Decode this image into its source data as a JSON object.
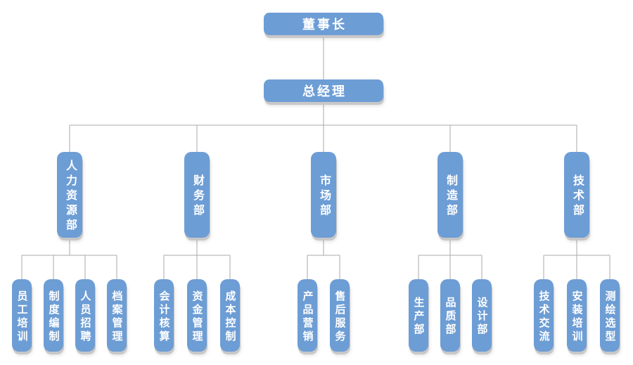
{
  "diagram": {
    "type": "org-chart",
    "root": {
      "label": "董事长"
    },
    "manager": {
      "label": "总经理"
    },
    "departments": [
      {
        "label": "人力资源部",
        "children": [
          {
            "label": "员工培训"
          },
          {
            "label": "制度编制"
          },
          {
            "label": "人员招聘"
          },
          {
            "label": "档案管理"
          }
        ]
      },
      {
        "label": "财务部",
        "children": [
          {
            "label": "会计核算"
          },
          {
            "label": "资金管理"
          },
          {
            "label": "成本控制"
          }
        ]
      },
      {
        "label": "市场部",
        "children": [
          {
            "label": "产品营销"
          },
          {
            "label": "售后服务"
          }
        ]
      },
      {
        "label": "制造部",
        "children": [
          {
            "label": "生产部"
          },
          {
            "label": "品质部"
          },
          {
            "label": "设计部"
          }
        ]
      },
      {
        "label": "技术部",
        "children": [
          {
            "label": "技术交流"
          },
          {
            "label": "安装培训"
          },
          {
            "label": "测绘选型"
          }
        ]
      }
    ]
  },
  "colors": {
    "node_fill": "#6D9DD5",
    "node_text": "#FFFFFF",
    "shadow": "#C8C8C8",
    "connector": "#A9A9A9",
    "background": "#FFFFFF"
  }
}
